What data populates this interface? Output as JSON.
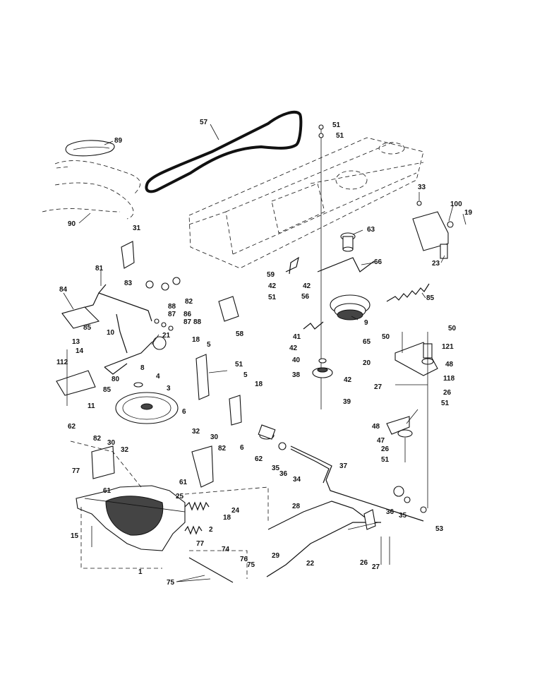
{
  "diagram": {
    "labels": [
      {
        "id": "l57",
        "text": "57"
      },
      {
        "id": "l51a",
        "text": "51"
      },
      {
        "id": "l51b",
        "text": "51"
      },
      {
        "id": "l89",
        "text": "89"
      },
      {
        "id": "l90",
        "text": "90"
      },
      {
        "id": "l31",
        "text": "31"
      },
      {
        "id": "l33",
        "text": "33"
      },
      {
        "id": "l100",
        "text": "100"
      },
      {
        "id": "l19",
        "text": "19"
      },
      {
        "id": "l63",
        "text": "63"
      },
      {
        "id": "l23",
        "text": "23"
      },
      {
        "id": "l81",
        "text": "81"
      },
      {
        "id": "l83",
        "text": "83"
      },
      {
        "id": "l82a",
        "text": "82"
      },
      {
        "id": "l84",
        "text": "84"
      },
      {
        "id": "l85a",
        "text": "85"
      },
      {
        "id": "l88a",
        "text": "88"
      },
      {
        "id": "l87a",
        "text": "87"
      },
      {
        "id": "l86",
        "text": "86"
      },
      {
        "id": "l87b",
        "text": "87"
      },
      {
        "id": "l88b",
        "text": "88"
      },
      {
        "id": "l10",
        "text": "10"
      },
      {
        "id": "l21",
        "text": "21"
      },
      {
        "id": "l59",
        "text": "59"
      },
      {
        "id": "l42a",
        "text": "42"
      },
      {
        "id": "l42b",
        "text": "42"
      },
      {
        "id": "l51c",
        "text": "51"
      },
      {
        "id": "l56",
        "text": "56"
      },
      {
        "id": "l66",
        "text": "66"
      },
      {
        "id": "l58",
        "text": "58"
      },
      {
        "id": "l9",
        "text": "9"
      },
      {
        "id": "l85b",
        "text": "85"
      },
      {
        "id": "l41",
        "text": "41"
      },
      {
        "id": "l42c",
        "text": "42"
      },
      {
        "id": "l65",
        "text": "65"
      },
      {
        "id": "l40",
        "text": "40"
      },
      {
        "id": "l20",
        "text": "20"
      },
      {
        "id": "l38",
        "text": "38"
      },
      {
        "id": "l42d",
        "text": "42"
      },
      {
        "id": "l39",
        "text": "39"
      },
      {
        "id": "l50a",
        "text": "50"
      },
      {
        "id": "l50b",
        "text": "50"
      },
      {
        "id": "l121",
        "text": "121"
      },
      {
        "id": "l48a",
        "text": "48"
      },
      {
        "id": "l27a",
        "text": "27"
      },
      {
        "id": "l118",
        "text": "118"
      },
      {
        "id": "l26a",
        "text": "26"
      },
      {
        "id": "l51d",
        "text": "51"
      },
      {
        "id": "l13",
        "text": "13"
      },
      {
        "id": "l14",
        "text": "14"
      },
      {
        "id": "l112",
        "text": "112"
      },
      {
        "id": "l8",
        "text": "8"
      },
      {
        "id": "l80",
        "text": "80"
      },
      {
        "id": "l85c",
        "text": "85"
      },
      {
        "id": "l11",
        "text": "11"
      },
      {
        "id": "l18a",
        "text": "18"
      },
      {
        "id": "l5a",
        "text": "5"
      },
      {
        "id": "l4",
        "text": "4"
      },
      {
        "id": "l3",
        "text": "3"
      },
      {
        "id": "l6a",
        "text": "6"
      },
      {
        "id": "l51e",
        "text": "51"
      },
      {
        "id": "l5b",
        "text": "5"
      },
      {
        "id": "l18b",
        "text": "18"
      },
      {
        "id": "l6b",
        "text": "6"
      },
      {
        "id": "l62a",
        "text": "62"
      },
      {
        "id": "l82b",
        "text": "82"
      },
      {
        "id": "l30a",
        "text": "30"
      },
      {
        "id": "l32a",
        "text": "32"
      },
      {
        "id": "l77a",
        "text": "77"
      },
      {
        "id": "l61a",
        "text": "61"
      },
      {
        "id": "l32b",
        "text": "32"
      },
      {
        "id": "l30b",
        "text": "30"
      },
      {
        "id": "l82c",
        "text": "82"
      },
      {
        "id": "l61b",
        "text": "61"
      },
      {
        "id": "l62b",
        "text": "62"
      },
      {
        "id": "l35a",
        "text": "35"
      },
      {
        "id": "l36a",
        "text": "36"
      },
      {
        "id": "l34",
        "text": "34"
      },
      {
        "id": "l37",
        "text": "37"
      },
      {
        "id": "l48b",
        "text": "48"
      },
      {
        "id": "l47",
        "text": "47"
      },
      {
        "id": "l26b",
        "text": "26"
      },
      {
        "id": "l51f",
        "text": "51"
      },
      {
        "id": "l25",
        "text": "25"
      },
      {
        "id": "l24",
        "text": "24"
      },
      {
        "id": "l18c",
        "text": "18"
      },
      {
        "id": "l2",
        "text": "2"
      },
      {
        "id": "l28",
        "text": "28"
      },
      {
        "id": "l36b",
        "text": "36"
      },
      {
        "id": "l35b",
        "text": "35"
      },
      {
        "id": "l53",
        "text": "53"
      },
      {
        "id": "l15",
        "text": "15"
      },
      {
        "id": "l77b",
        "text": "77"
      },
      {
        "id": "l1",
        "text": "1"
      },
      {
        "id": "l74",
        "text": "74"
      },
      {
        "id": "l29",
        "text": "29"
      },
      {
        "id": "l76",
        "text": "76"
      },
      {
        "id": "l75a",
        "text": "75"
      },
      {
        "id": "l75b",
        "text": "75"
      },
      {
        "id": "l22",
        "text": "22"
      },
      {
        "id": "l26c",
        "text": "26"
      },
      {
        "id": "l27b",
        "text": "27"
      }
    ]
  }
}
